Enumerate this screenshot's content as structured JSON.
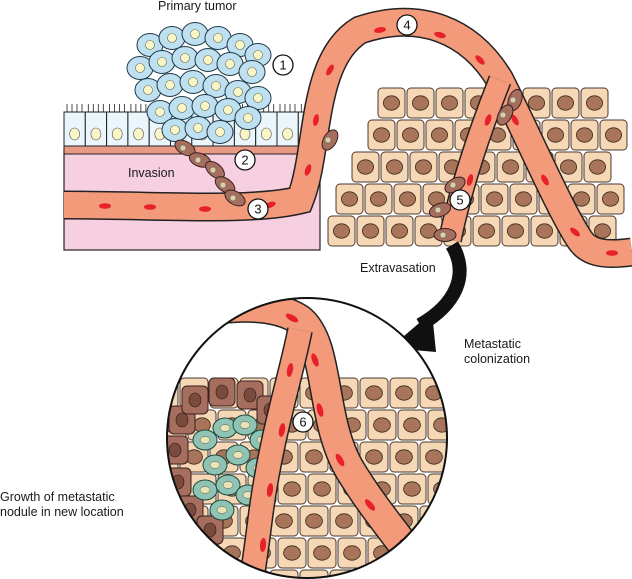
{
  "labels": {
    "primary_tumor": "Primary tumor",
    "invasion": "Invasion",
    "extravasation": "Extravasation",
    "metastatic_colonization": [
      "Metastatic",
      "colonization"
    ],
    "growth_nodule": [
      "Growth of metastatic",
      "nodule in new location"
    ]
  },
  "steps": [
    "1",
    "2",
    "3",
    "4",
    "5",
    "6"
  ],
  "colors": {
    "vessel": "#f29a7a",
    "vessel_outline": "#222222",
    "rbc": "#e8202a",
    "tumor_cell": "#bfe0f0",
    "tumor_nucleus": "#fbf6c8",
    "epithelium": "#eaf6fb",
    "stroma": "#f6cfe0",
    "host_cell": "#f6d8b6",
    "host_nucleus": "#a8745a",
    "invading_cell": "#a56e5e",
    "metastatic_cell": "#8fc4b4",
    "arrow": "#111111"
  }
}
